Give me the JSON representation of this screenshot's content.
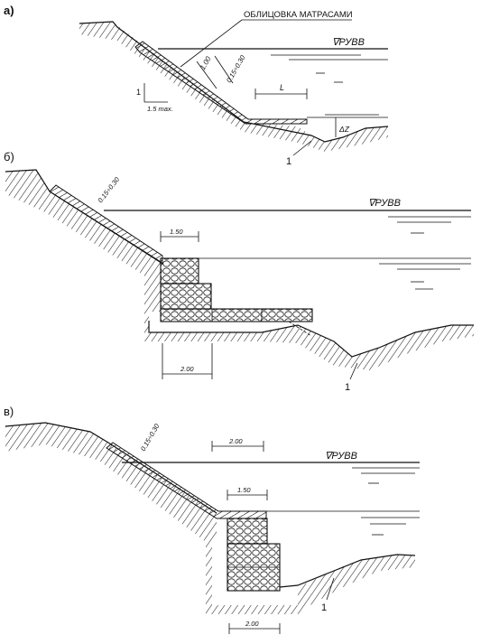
{
  "panels": {
    "a": {
      "label": "а)",
      "callout": "ОБЛИЦОВКА МАТРАСАМИ",
      "water_level": "∇РУВВ",
      "dim_slope_1": "1",
      "dim_slope_2": "1.5 max.",
      "dim_100": "1.00",
      "dim_thickness": "0.15÷0.30",
      "dim_L": "L",
      "dim_dz": "ΔZ",
      "marker": "1"
    },
    "b": {
      "label": "б)",
      "water_level": "∇РУВВ",
      "dim_thickness": "0.15÷0.30",
      "dim_150": "1.50",
      "dim_200": "2.00",
      "marker": "1"
    },
    "c": {
      "label": "в)",
      "water_level": "∇РУВВ",
      "dim_thickness": "0.15÷0.30",
      "dim_150": "1.50",
      "dim_200_top": "2.00",
      "dim_200_bottom": "2.00",
      "marker": "1"
    }
  },
  "colors": {
    "ink": "#111111",
    "paper": "#ffffff"
  },
  "icons": [
    "hatch-soil",
    "gabion-stone-fill"
  ]
}
